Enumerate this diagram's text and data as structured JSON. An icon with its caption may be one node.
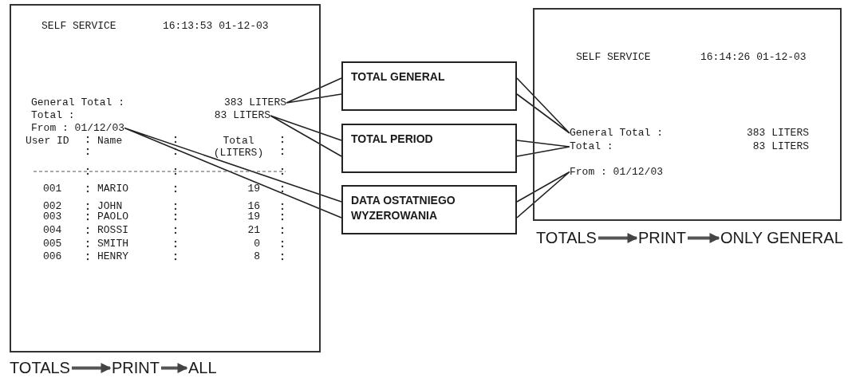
{
  "diagram": {
    "nodes": [
      {
        "text": [
          "SELF SERVICE",
          "16:13:53 01-12-03"
        ]
      },
      {
        "text": [
          "General Total :",
          "383 LITERS"
        ],
        "in": 0
      },
      {
        "text": [
          "Total :",
          "83 LITERS"
        ],
        "in": 0
      },
      {
        "text": [
          "From : 01/12/03"
        ],
        "in": 0
      },
      {
        "text": [
          "TOTAL GENERAL"
        ]
      },
      {
        "text": [
          "TOTAL PERIOD"
        ]
      },
      {
        "text": [
          "DATA OSTATNIEGO WYZEROWANIA"
        ]
      },
      {
        "text": [
          "SELF SERVICE",
          "16:14:26 01-12-03"
        ]
      },
      {
        "text": [
          "General Total :",
          "383 LITERS"
        ],
        "in": 7
      },
      {
        "text": [
          "Total :",
          "83 LITERS"
        ],
        "in": 7
      },
      {
        "text": [
          "From : 01/12/03"
        ],
        "in": 7
      },
      {
        "text": [
          "TOTALS"
        ]
      },
      {
        "text": [
          "PRINT"
        ]
      },
      {
        "text": [
          "ONLY GENERAL"
        ]
      },
      {
        "text": [
          "TOTALS"
        ]
      },
      {
        "text": [
          "PRINT"
        ]
      },
      {
        "text": [
          "ALL"
        ]
      }
    ],
    "edges": [
      {
        "from": 4,
        "to": 1,
        "arrow": "none"
      },
      {
        "from": 4,
        "to": 8,
        "arrow": "none"
      },
      {
        "from": 5,
        "to": 2,
        "arrow": "none"
      },
      {
        "from": 5,
        "to": 9,
        "arrow": "none"
      },
      {
        "from": 6,
        "to": 3,
        "arrow": "none"
      },
      {
        "from": 6,
        "to": 10,
        "arrow": "none"
      },
      {
        "from": 11,
        "to": 12,
        "arrow": "to",
        "style": "thick"
      },
      {
        "from": 12,
        "to": 13,
        "arrow": "to",
        "style": "thick"
      },
      {
        "from": 14,
        "to": 15,
        "arrow": "to",
        "style": "thick"
      },
      {
        "from": 15,
        "to": 16,
        "arrow": "to",
        "style": "thick"
      }
    ],
    "labels": [
      "User ID",
      "Name",
      "Total (LITERS)",
      "001",
      "MARIO",
      "19",
      "002",
      "JOHN",
      "16",
      "003",
      "PAOLO",
      "19",
      "004",
      "ROSSI",
      "21",
      "005",
      "SMITH",
      "0",
      "006",
      "HENRY",
      "8"
    ]
  }
}
